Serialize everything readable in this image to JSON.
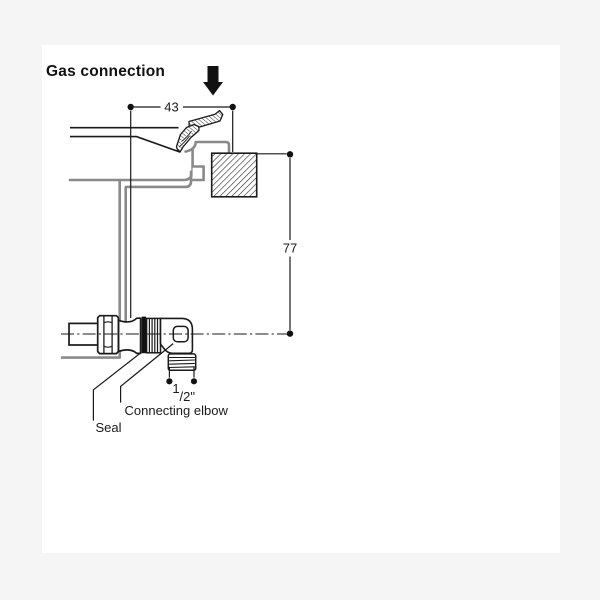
{
  "title": "Gas connection",
  "icons": {
    "down_arrow": "down-arrow"
  },
  "colors": {
    "background": "#f5f5f5",
    "panel": "#ffffff",
    "line": "#1a1a1a",
    "profile_gray": "#8a8a8a",
    "seal_fill": "#111111"
  },
  "dimensions": {
    "width_mm": "43",
    "height_mm": "77",
    "thread_num": "1",
    "thread_den": "/2\""
  },
  "labels": {
    "connecting_elbow": "Connecting elbow",
    "seal": "Seal"
  }
}
